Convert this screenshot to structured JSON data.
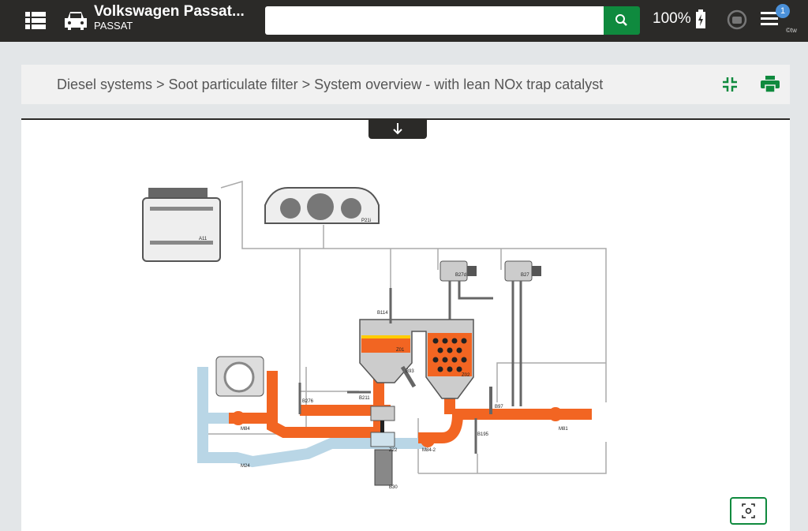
{
  "header": {
    "title": "Volkswagen Passat...",
    "subtitle": "PASSAT",
    "search_placeholder": "",
    "battery": "100%",
    "notification_count": "1",
    "watermark": "©tw"
  },
  "breadcrumb": [
    "Diesel systems",
    "Soot particulate filter",
    "System overview - with lean NOx trap catalyst"
  ],
  "breadcrumb_separator": ">",
  "colors": {
    "topbar": "#2b2a28",
    "accent": "#0f8a3e",
    "exhaust": "#f26522",
    "intake": "#b9d6e6"
  },
  "diagram": {
    "labels": {
      "A11": "A11",
      "P21i": "P21i",
      "B27d": "B27d",
      "B27": "B27",
      "B114": "B114",
      "Z01": "Z01",
      "Z02": "Z02",
      "B93": "B93",
      "B211": "B211",
      "B276": "B276",
      "M84": "M84",
      "M24": "M24",
      "M84_2": "M84-2",
      "Z22": "Z22",
      "B30": "B30",
      "B97": "B97",
      "B195": "B195",
      "M81": "M81"
    }
  }
}
